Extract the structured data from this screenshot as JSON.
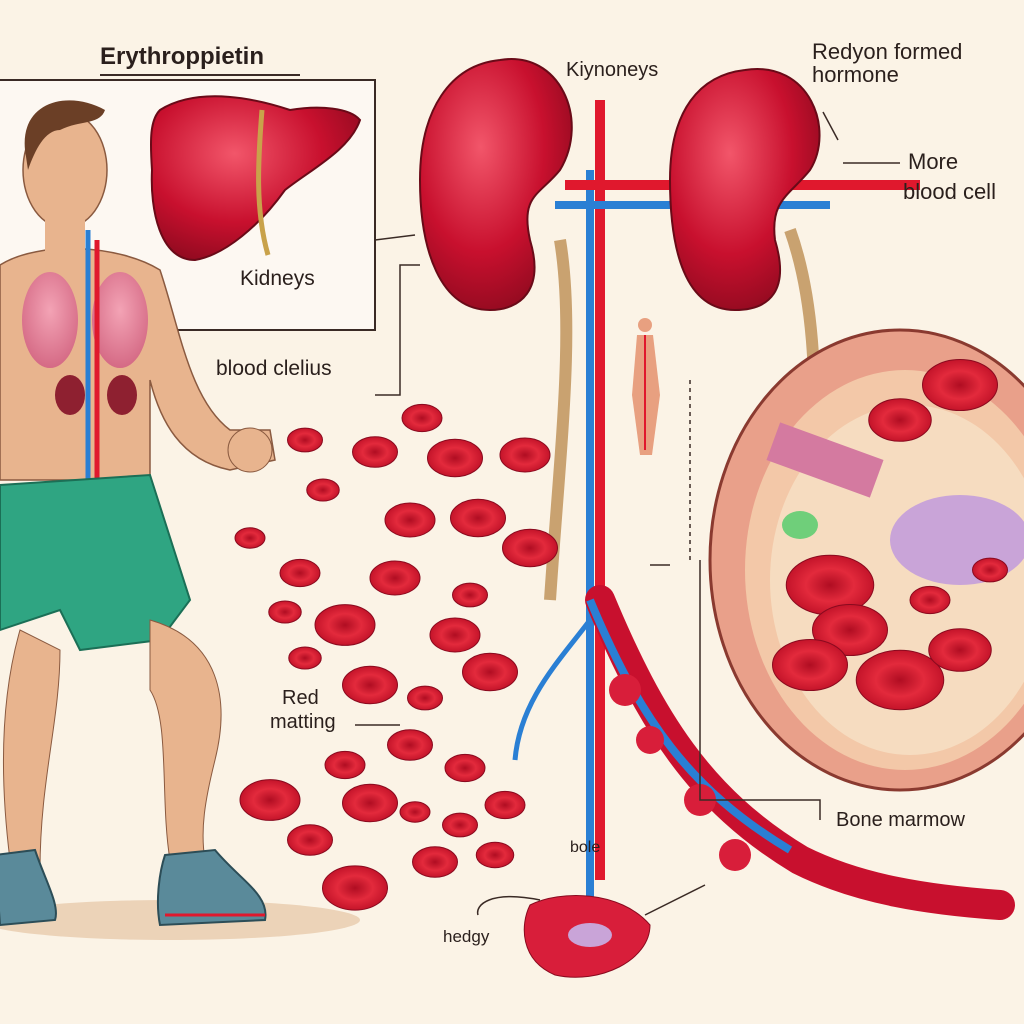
{
  "labels": {
    "title": "Erythroppietin",
    "kidneys_top": "Kiynoneys",
    "hormone": "Redyon formed hormone",
    "more_cells_1": "More",
    "more_cells_2": "blood cell",
    "kidneys_inset": "Kidneys",
    "blood_cells": "blood clelius",
    "red_1": "Red",
    "red_2": "matting",
    "bone_marrow": "Bone marmow",
    "bole": "bole",
    "hedgy": "hedgy"
  },
  "colors": {
    "background": "#fbf3e6",
    "organ_red": "#c8102e",
    "artery_red": "#e0182d",
    "vein_blue": "#2a7fd4",
    "ureter_tan": "#c9a270",
    "shorts_green": "#2fa582",
    "skin": "#e8b48e",
    "marrow_pink": "#e9a08a"
  }
}
